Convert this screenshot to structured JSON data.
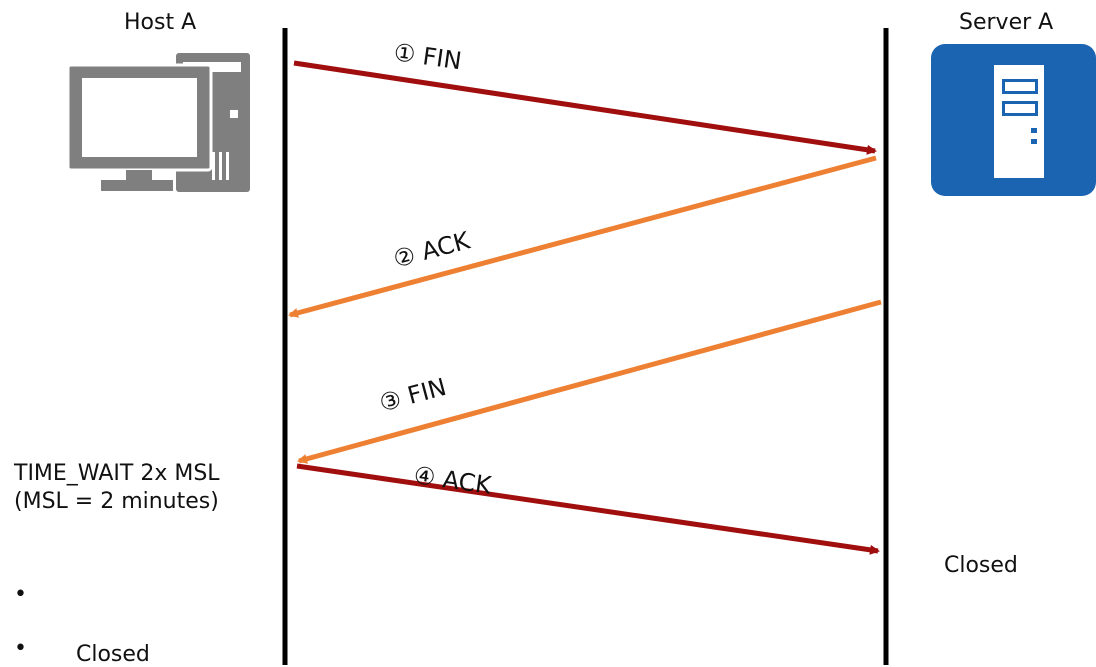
{
  "hosts": {
    "left": {
      "label": "Host A",
      "icon": "desktop-computer-icon",
      "color": "#7f7f7f"
    },
    "right": {
      "label": "Server A",
      "icon": "server-icon",
      "color": "#1a64b2"
    }
  },
  "messages": [
    {
      "step": "①",
      "label": "FIN",
      "direction": "left-to-right",
      "color": "#a00e0e"
    },
    {
      "step": "②",
      "label": "ACK",
      "direction": "right-to-left",
      "color": "#ee8033"
    },
    {
      "step": "③",
      "label": "FIN",
      "direction": "right-to-left",
      "color": "#ee8033"
    },
    {
      "step": "④",
      "label": "ACK",
      "direction": "left-to-right",
      "color": "#a00e0e"
    }
  ],
  "left_notes": {
    "time_wait": "TIME_WAIT 2x MSL (MSL = 2 minutes)",
    "bullet_1": "•",
    "bullet_2": "•",
    "closed": "Closed"
  },
  "right_notes": {
    "closed": "Closed"
  }
}
